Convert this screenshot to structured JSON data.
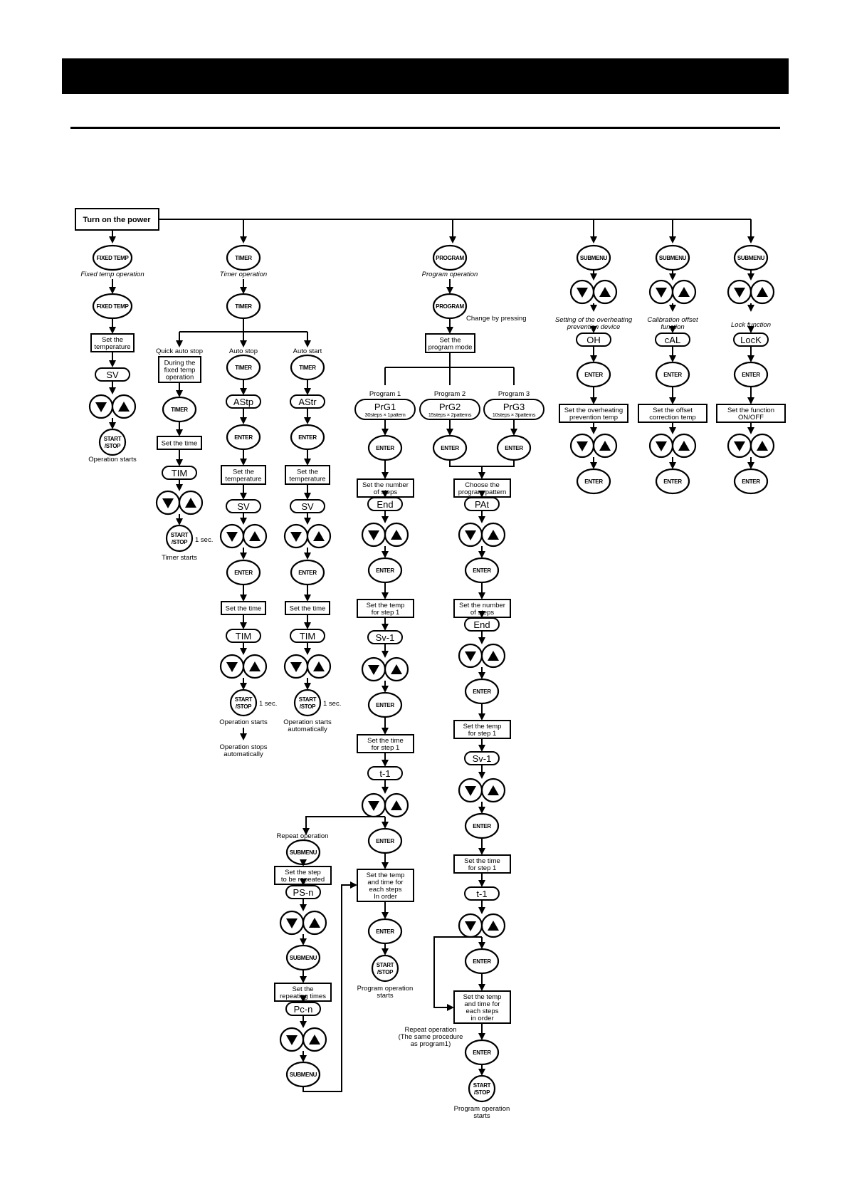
{
  "power": "Turn on the power",
  "buttons": {
    "fixed": "FIXED TEMP",
    "timer": "TIMER",
    "program": "PROGRAM",
    "submenu": "SUBMENU",
    "enter": "ENTER",
    "start1": "START",
    "start2": "/STOP"
  },
  "col1": {
    "op": "Fixed temp operation",
    "set": [
      "Set the",
      "temperature"
    ],
    "disp": "SV",
    "starts": "Operation starts"
  },
  "timer": {
    "op": "Timer operation",
    "quick": {
      "title": "Quick auto stop",
      "during": [
        "During the",
        "fixed temp",
        "operation"
      ],
      "set_time": "Set the time",
      "disp": "TIM",
      "sec": "1 sec.",
      "starts": "Timer starts"
    },
    "auto_stop": {
      "title": "Auto stop",
      "disp1": "AStp",
      "set_temp": [
        "Set the",
        "temperature"
      ],
      "disp2": "SV",
      "set_time": "Set the time",
      "disp3": "TIM",
      "sec": "1 sec.",
      "starts": "Operation starts",
      "stops": [
        "Operation stops",
        "automatically"
      ]
    },
    "auto_start": {
      "title": "Auto start",
      "disp1": "AStr",
      "set_temp": [
        "Set the",
        "temperature"
      ],
      "disp2": "SV",
      "set_time": "Set the time",
      "disp3": "TIM",
      "sec": "1 sec.",
      "starts": [
        "Operation starts",
        "automatically"
      ]
    }
  },
  "program": {
    "op": "Program operation",
    "change": "Change by pressing",
    "mode": [
      "Set the",
      "program mode"
    ],
    "p1": {
      "title": "Program 1",
      "name": "PrG1",
      "sub": "30steps × 1pattern"
    },
    "p2": {
      "title": "Program 2",
      "name": "PrG2",
      "sub": "15steps × 2patterns"
    },
    "p3": {
      "title": "Program 3",
      "name": "PrG3",
      "sub": "10steps × 3patterns"
    },
    "left": {
      "steps": [
        "Set the number",
        "of steps"
      ],
      "end": "End",
      "temp1": [
        "Set the temp",
        "for step 1"
      ],
      "sv1": "Sv-1",
      "time1": [
        "Set the time",
        "for step 1"
      ],
      "t1": "t-1",
      "order": [
        "Set the temp",
        "and time for",
        "each steps",
        "In order"
      ],
      "starts": [
        "Program operation",
        "starts"
      ],
      "repeat": "Repeat operation",
      "step_rep": [
        "Set the step",
        "to be repeated"
      ],
      "psn": "PS-n",
      "rep_times": [
        "Set the",
        "repeating times"
      ],
      "pcn": "Pc-n"
    },
    "right": {
      "pattern": [
        "Choose the",
        "program pattern"
      ],
      "pat": "PAt",
      "steps": [
        "Set the number",
        "of steps"
      ],
      "end": "End",
      "temp1": [
        "Set the temp",
        "for step 1"
      ],
      "sv1": "Sv-1",
      "time1": [
        "Set the time",
        "for step 1"
      ],
      "t1": "t-1",
      "order": [
        "Set the temp",
        "and time for",
        "each steps",
        "in order"
      ],
      "repeat": [
        "Repeat operation",
        "(The same procedure",
        "as program1)"
      ],
      "starts": [
        "Program operation",
        "starts"
      ]
    }
  },
  "sub1": {
    "desc": [
      "Setting of the overheating",
      "prevention device"
    ],
    "disp": "OH",
    "set": [
      "Set the overheating",
      "prevention temp"
    ]
  },
  "sub2": {
    "desc": [
      "Calibration offset",
      "function"
    ],
    "disp": "cAL",
    "set": [
      "Set the offset",
      "correction temp"
    ]
  },
  "sub3": {
    "desc": [
      "Lock function"
    ],
    "disp": "LocK",
    "set": [
      "Set the function",
      "ON/OFF"
    ]
  }
}
